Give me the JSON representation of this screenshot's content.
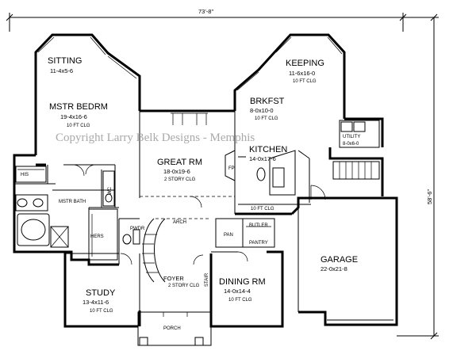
{
  "dimensions": {
    "overall_width": "73'-8\"",
    "overall_depth": "58'-6\""
  },
  "watermark": "Copyright Larry Belk Designs - Memphis",
  "rooms": {
    "sitting": {
      "name": "SITTING",
      "size": "11-4x5-6"
    },
    "mstr_bedrm": {
      "name": "MSTR BEDRM",
      "size": "19-4x16-6",
      "note": "10 FT CLG"
    },
    "keeping": {
      "name": "KEEPING",
      "size": "11-6x16-0",
      "note": "10 FT CLG"
    },
    "brkfst": {
      "name": "BRKFST",
      "size": "8-0x10-0",
      "note": "10 FT CLG"
    },
    "kitchen": {
      "name": "KITCHEN",
      "size": "14-0x17-6",
      "note": "10 FT CLG"
    },
    "great_rm": {
      "name": "GREAT RM",
      "size": "18-0x19-6",
      "note": "2 STORY CLG"
    },
    "utility": {
      "name": "UTILITY",
      "size": "8-0x6-0"
    },
    "mstr_bath": {
      "name": "MSTR BATH"
    },
    "his": {
      "name": "HIS"
    },
    "hers": {
      "name": "HERS"
    },
    "wc": {
      "name": "WC"
    },
    "pwdr": {
      "name": "PWDR"
    },
    "foyer": {
      "name": "FOYER",
      "note": "2 STORY CLG"
    },
    "study": {
      "name": "STUDY",
      "size": "13-4x11-6",
      "note": "10 FT CLG"
    },
    "dining_rm": {
      "name": "DINING RM",
      "size": "14-0x14-4",
      "note": "10 FT CLG"
    },
    "butler": {
      "name": "BUTLER",
      "sub": "PANTRY"
    },
    "pan": {
      "name": "PAN"
    },
    "garage": {
      "name": "GARAGE",
      "size": "22-0x21-8"
    },
    "porch": {
      "name": "PORCH"
    }
  },
  "features": {
    "fireplace": "FP",
    "arch": "ARCH",
    "stair": "STAIR"
  }
}
